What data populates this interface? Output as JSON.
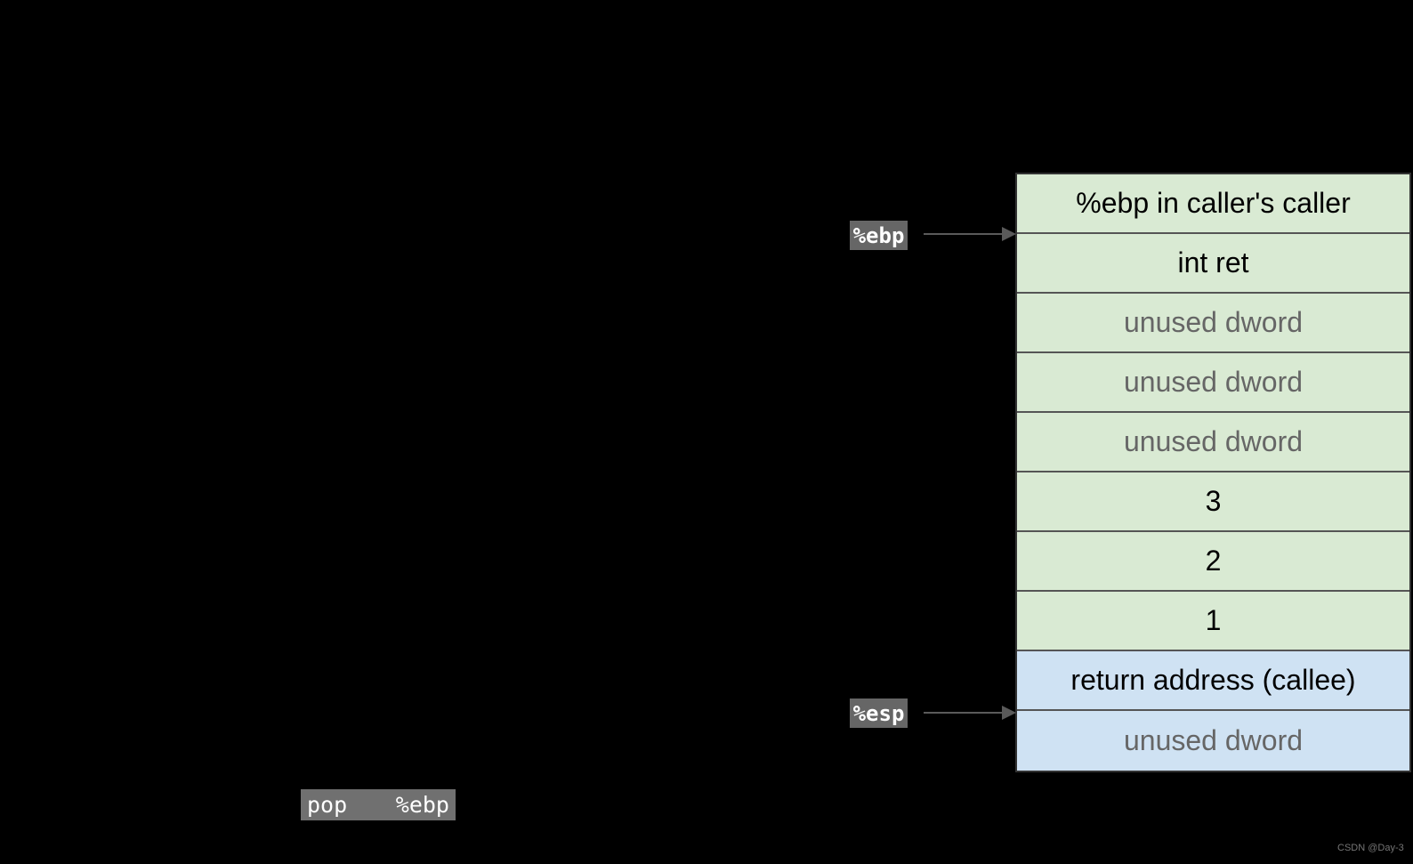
{
  "canvas": {
    "watermark": "CSDN @Day-3"
  },
  "colors": {
    "cell-green": "#d9ead3",
    "cell-blue": "#cfe2f3",
    "cell-text": "#000000",
    "cell-text-muted": "#666666",
    "border-outer": "#333333",
    "border-inner": "#555555",
    "pointer-gray": "#5a5a5a",
    "chip-bg": "#666666",
    "chip-text": "#ffffff",
    "instruction-bg": "#707070",
    "instruction-text": "#ffffff",
    "watermark-text": "#757575"
  },
  "stack": {
    "rows": [
      {
        "label": "%ebp in caller's caller",
        "region": "caller-frame",
        "emphasis": "normal"
      },
      {
        "label": "int ret",
        "region": "caller-frame",
        "emphasis": "normal"
      },
      {
        "label": "unused dword",
        "region": "caller-frame",
        "emphasis": "muted"
      },
      {
        "label": "unused dword",
        "region": "caller-frame",
        "emphasis": "muted"
      },
      {
        "label": "unused dword",
        "region": "caller-frame",
        "emphasis": "muted"
      },
      {
        "label": "3",
        "region": "caller-frame",
        "emphasis": "normal"
      },
      {
        "label": "2",
        "region": "caller-frame",
        "emphasis": "normal"
      },
      {
        "label": "1",
        "region": "caller-frame",
        "emphasis": "normal"
      },
      {
        "label": "return address (callee)",
        "region": "callee-frame",
        "emphasis": "normal"
      },
      {
        "label": "unused dword",
        "region": "callee-frame",
        "emphasis": "muted"
      }
    ]
  },
  "pointers": {
    "ebp": {
      "label": "%ebp"
    },
    "esp": {
      "label": "%esp"
    }
  },
  "instruction": {
    "mnemonic": "pop",
    "operand": "%ebp"
  }
}
